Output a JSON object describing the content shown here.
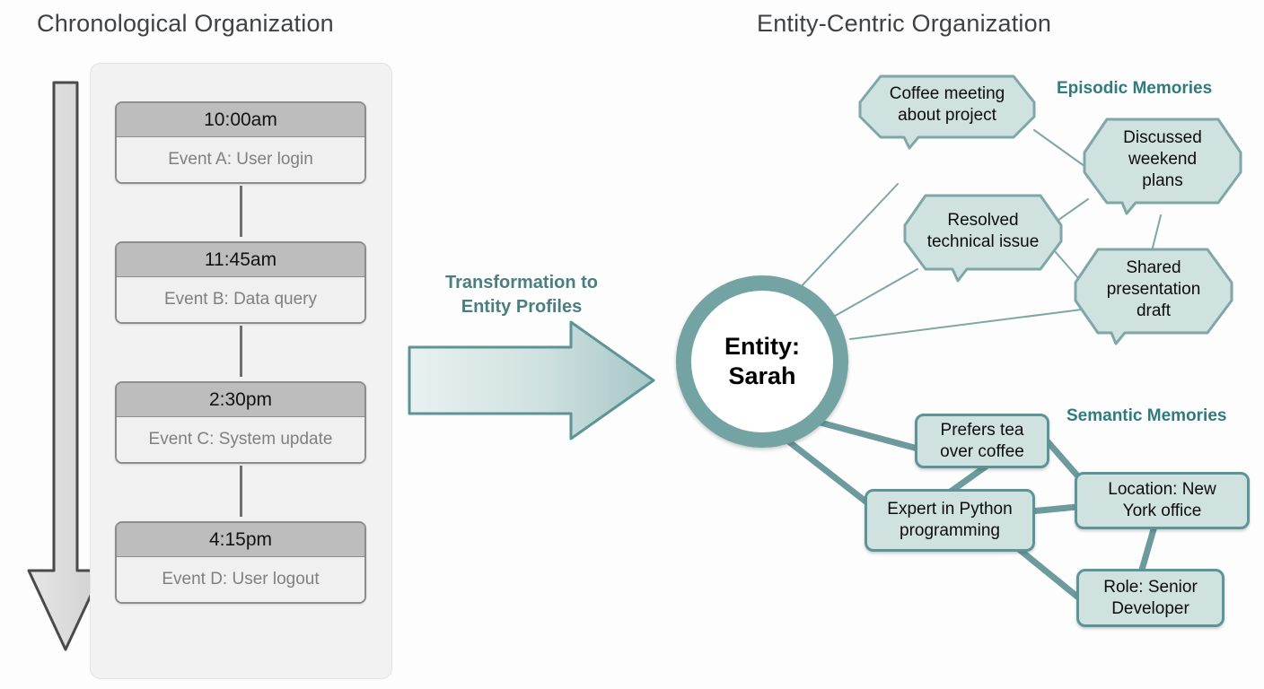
{
  "left_panel": {
    "title": "Chronological Organization",
    "flow_arrow": "down-arrow",
    "events": [
      {
        "time": "10:00am",
        "label": "Event A: User login"
      },
      {
        "time": "11:45am",
        "label": "Event B: Data query"
      },
      {
        "time": "2:30pm",
        "label": "Event C: System update"
      },
      {
        "time": "4:15pm",
        "label": "Event D: User logout"
      }
    ]
  },
  "transform": {
    "label_line1": "Transformation to",
    "label_line2": "Entity Profiles",
    "arrow": "right-arrow"
  },
  "right_panel": {
    "title": "Entity-Centric Organization",
    "entity": {
      "line1": "Entity:",
      "line2": "Sarah"
    },
    "episodic": {
      "section_label": "Episodic Memories",
      "nodes": [
        {
          "id": "coffee-meeting",
          "lines": [
            "Coffee meeting",
            "about project"
          ]
        },
        {
          "id": "weekend-plans",
          "lines": [
            "Discussed",
            "weekend",
            "plans"
          ]
        },
        {
          "id": "technical-issue",
          "lines": [
            "Resolved",
            "technical issue"
          ]
        },
        {
          "id": "presentation",
          "lines": [
            "Shared",
            "presentation",
            "draft"
          ]
        }
      ]
    },
    "semantic": {
      "section_label": "Semantic Memories",
      "nodes": [
        {
          "id": "prefers-tea",
          "lines": [
            "Prefers tea",
            "over coffee"
          ]
        },
        {
          "id": "python",
          "lines": [
            "Expert in Python",
            "programming"
          ]
        },
        {
          "id": "location",
          "lines": [
            "Location: New",
            "York office"
          ]
        },
        {
          "id": "role",
          "lines": [
            "Role: Senior",
            "Developer"
          ]
        }
      ]
    }
  },
  "colors": {
    "teal_accent": "#2f7b7e",
    "node_fill": "#cfe2e0",
    "node_border_episodic": "#7fa7a8",
    "node_border_semantic": "#5d9497",
    "entity_ring": "#74a3a3",
    "card_header": "#bdbdbd",
    "card_body": "#f0f0f0",
    "panel_bg": "#f2f2f2",
    "background": "#fdfdfd"
  }
}
